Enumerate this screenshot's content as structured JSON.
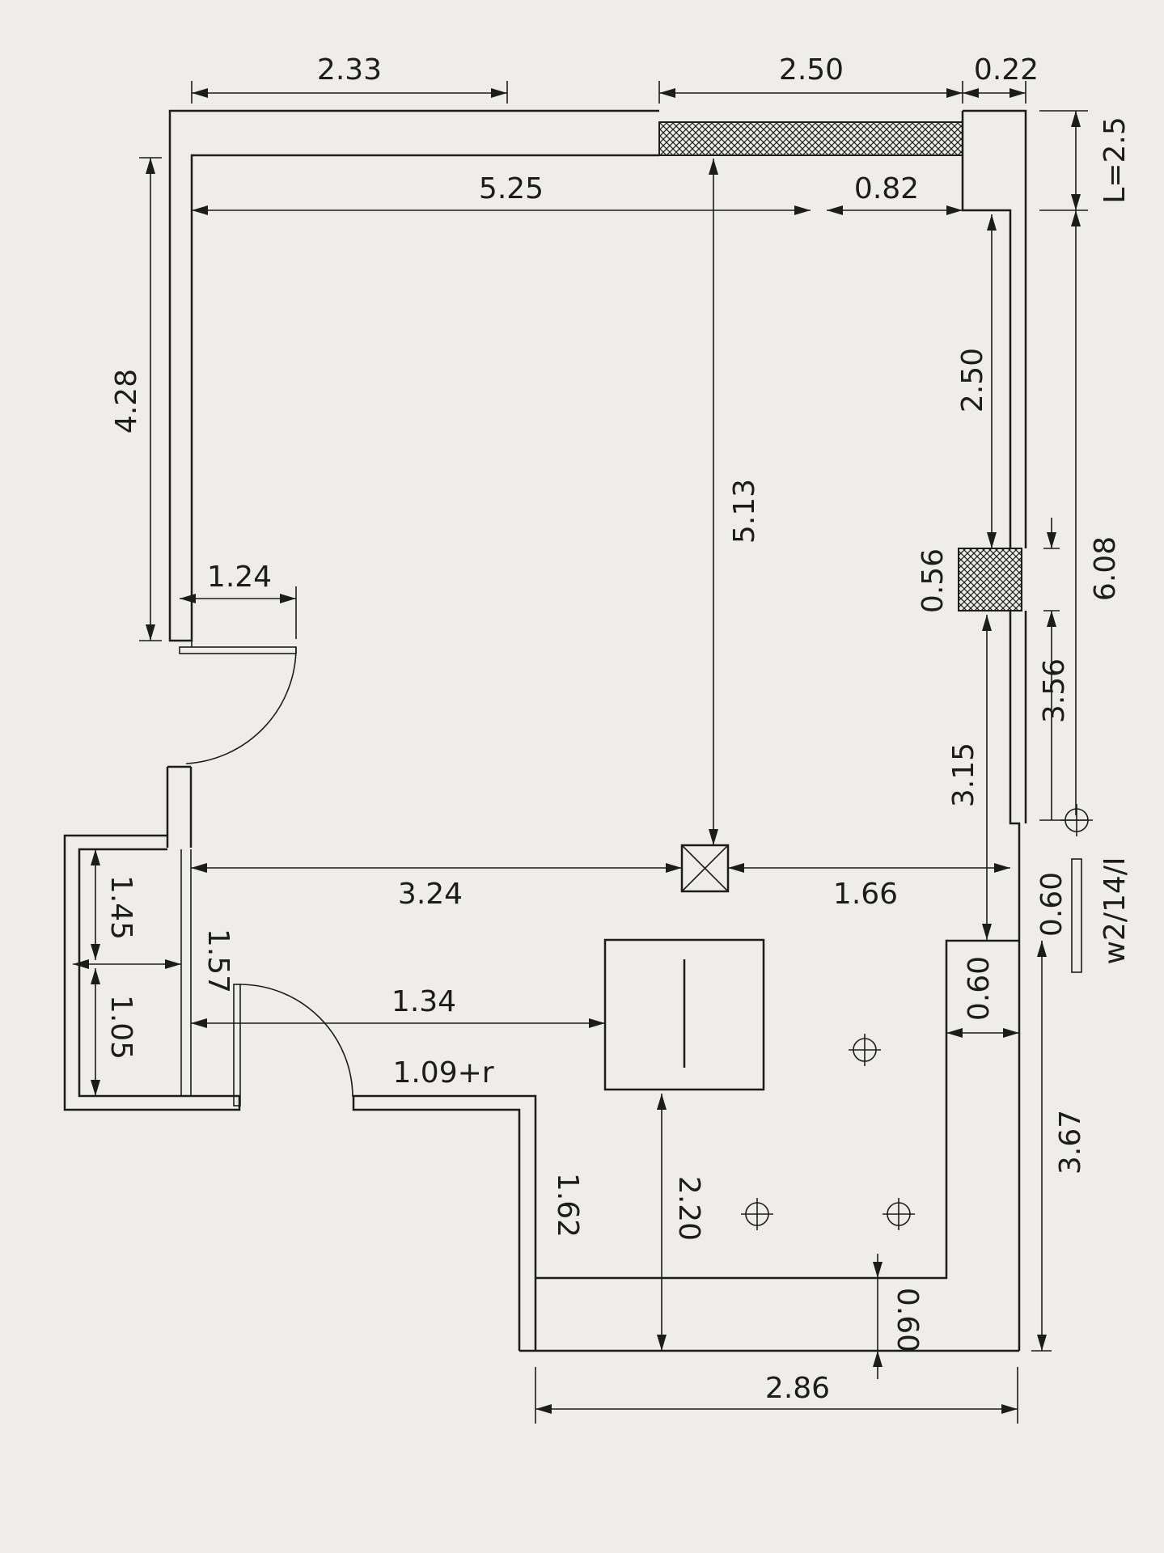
{
  "dimensions": {
    "top_left_width": "2.33",
    "top_window_width": "2.50",
    "top_corner_thickness": "0.22",
    "lintel_label": "L=2.5",
    "inner_top_width": "5.25",
    "inner_top_corner": "0.82",
    "left_wall_height": "4.28",
    "center_height": "5.13",
    "right_upper": "2.50",
    "right_overall": "6.08",
    "column_width": "0.56",
    "door_width": "1.24",
    "right_column_to_point": "3.56",
    "right_to_step": "3.15",
    "center_to_left": "3.24",
    "center_to_right": "1.66",
    "closet_upper": "1.45",
    "closet_lower": "1.05",
    "closet_height": "1.57",
    "step_right_width": "0.60",
    "step_right_gap": "0.60",
    "wall_thickness_right": "0.60",
    "door_to_box": "1.34",
    "door2_label": "1.09+r",
    "lower_wall": "1.62",
    "box_to_bottom": "2.20",
    "bottom_thickness": "0.60",
    "right_lower": "3.67",
    "bottom_width": "2.86",
    "circuit_label": "w2/14/I"
  }
}
